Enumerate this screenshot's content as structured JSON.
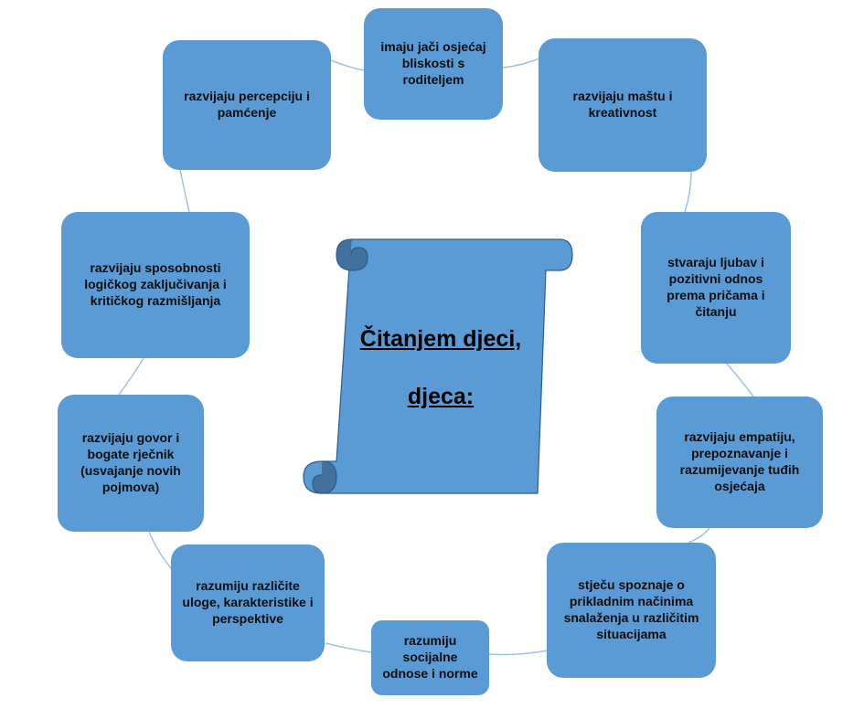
{
  "center": {
    "line1": "Čitanjem djeci,",
    "line2": "djeca:"
  },
  "nodes": [
    {
      "id": "bliskost",
      "text": "imaju jači osjećaj bliskosti s roditeljem"
    },
    {
      "id": "mastu",
      "text": "razvijaju maštu i kreativnost"
    },
    {
      "id": "ljubav",
      "text": "stvaraju ljubav i pozitivni odnos prema pričama i čitanju"
    },
    {
      "id": "empatiju",
      "text": "razvijaju empatiju, prepoznavanje i razumijevanje tuđih osjećaja"
    },
    {
      "id": "spoznaje",
      "text": "stječu spoznaje o prikladnim načinima snalaženja u različitim situacijama"
    },
    {
      "id": "socijalne",
      "text": "razumiju socijalne odnose i norme"
    },
    {
      "id": "uloge",
      "text": "razumiju različite uloge, karakteristike i perspektive"
    },
    {
      "id": "govor",
      "text": "razvijaju govor i bogate rječnik (usvajanje novih pojmova)"
    },
    {
      "id": "logicko",
      "text": "razvijaju sposobnosti logičkog zaključivanja i kritičkog razmišljanja"
    },
    {
      "id": "percepciju",
      "text": "razvijaju percepciju i pamćenje"
    }
  ],
  "colors": {
    "box_fill": "#5b9bd5",
    "scroll_fill": "#5b9bd5",
    "scroll_shade": "#41719c",
    "connector": "#9dc3e6"
  }
}
